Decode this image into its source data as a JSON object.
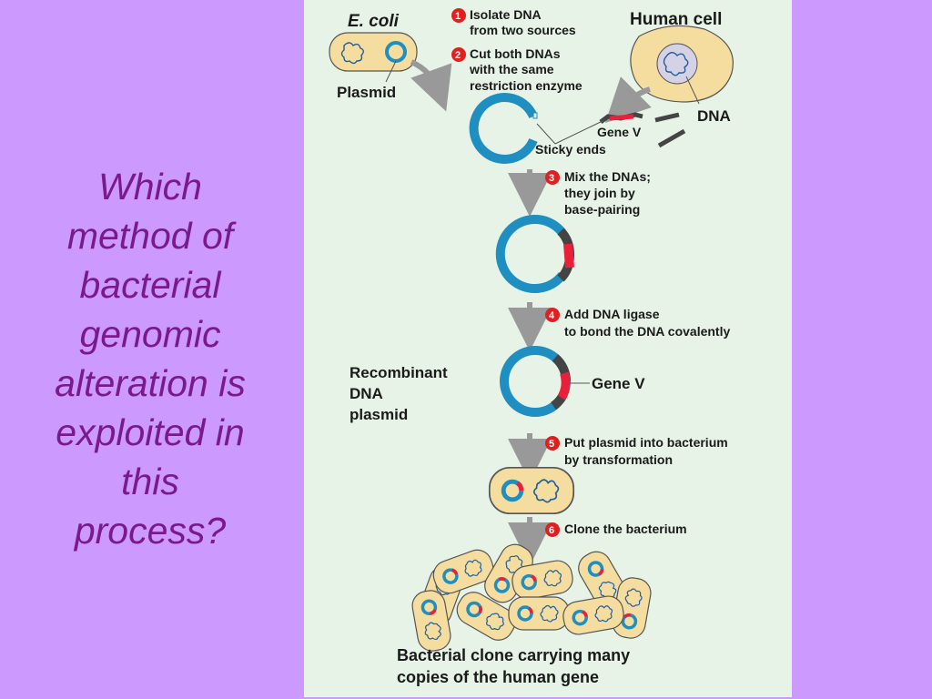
{
  "question": [
    "Which",
    "method of",
    "bacterial",
    "genomic",
    "alteration is",
    "exploited in",
    "this",
    "process?"
  ],
  "colors": {
    "slide_bg": "#cc99ff",
    "question_text": "#7a1a8a",
    "panel_bg": "#e6f3e6",
    "cell_fill": "#f5dda0",
    "plasmid_blue": "#1e8fc0",
    "gene_red": "#e8203a",
    "dna_dark": "#444444",
    "arrow_gray": "#999999",
    "step_badge": "#e02020"
  },
  "diagram": {
    "ecoli_label": "E. coli",
    "plasmid_label": "Plasmid",
    "human_cell_label": "Human cell",
    "dna_label": "DNA",
    "gene_v_label": "Gene V",
    "sticky_ends_label": "Sticky ends",
    "recombinant_label": [
      "Recombinant",
      "DNA",
      "plasmid"
    ],
    "gene_v_label_2": "Gene V",
    "clone_caption": [
      "Bacterial clone carrying many",
      "copies of the human gene"
    ],
    "steps": [
      {
        "num": "1",
        "lines": [
          "Isolate DNA",
          "from two sources"
        ]
      },
      {
        "num": "2",
        "lines": [
          "Cut both DNAs",
          "with the same",
          "restriction enzyme"
        ]
      },
      {
        "num": "3",
        "lines": [
          "Mix the DNAs;",
          "they join by",
          "base-pairing"
        ]
      },
      {
        "num": "4",
        "lines": [
          "Add DNA ligase",
          "to bond the DNA covalently"
        ]
      },
      {
        "num": "5",
        "lines": [
          "Put plasmid into bacterium",
          "by transformation"
        ]
      },
      {
        "num": "6",
        "lines": [
          "Clone the bacterium"
        ]
      }
    ]
  }
}
